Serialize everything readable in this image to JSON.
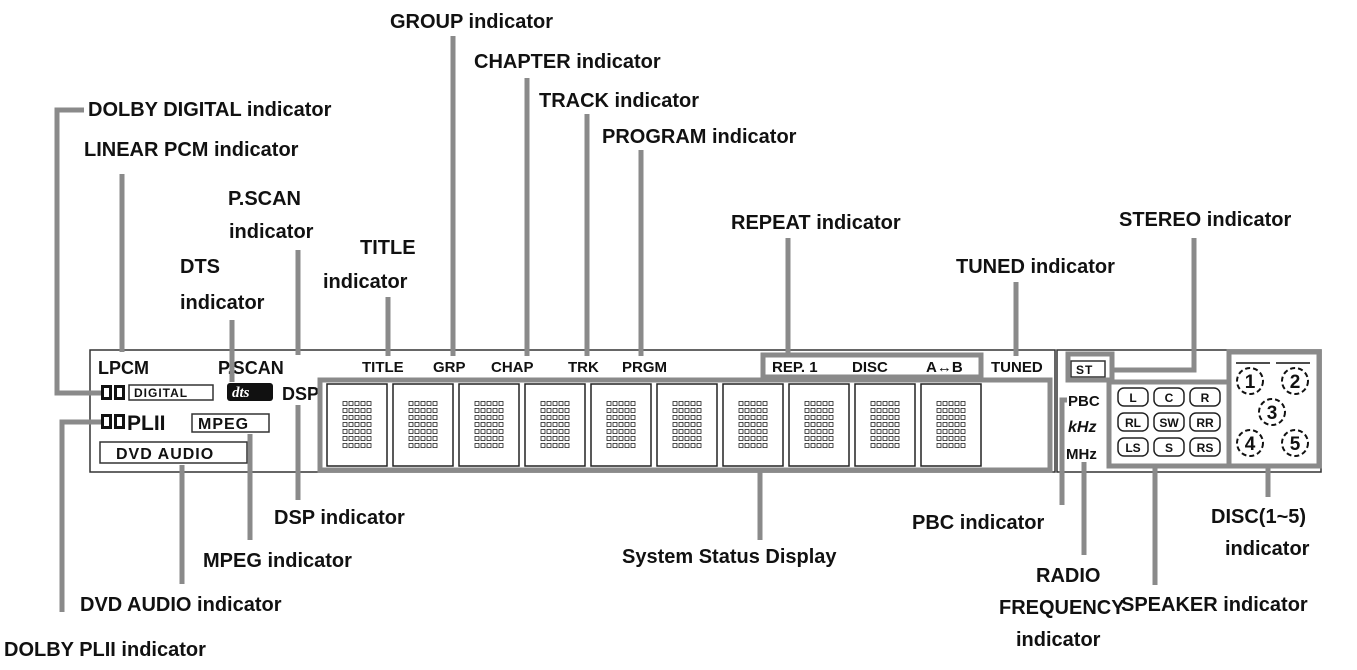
{
  "callouts": {
    "group": "GROUP indicator",
    "chapter": "CHAPTER indicator",
    "dolby_digital": "DOLBY DIGITAL indicator",
    "track": "TRACK indicator",
    "linear_pcm": "LINEAR PCM indicator",
    "program": "PROGRAM indicator",
    "pscan_1": "P.SCAN",
    "pscan_2": "indicator",
    "title_1": "TITLE",
    "title_2": "indicator",
    "dts_1": "DTS",
    "dts_2": "indicator",
    "repeat": "REPEAT indicator",
    "stereo": "STEREO indicator",
    "tuned": "TUNED indicator",
    "dsp": "DSP indicator",
    "mpeg": "MPEG indicator",
    "system_status": "System Status Display",
    "pbc": "PBC indicator",
    "disc_1": "DISC(1~5)",
    "disc_2": "indicator",
    "radio_1": "RADIO",
    "radio_2": "FREQUENCY",
    "radio_3": "indicator",
    "dvd_audio": "DVD AUDIO indicator",
    "speaker": "SPEAKER indicator",
    "dolby_pl2": "DOLBY PLII indicator"
  },
  "display": {
    "lpcm": "LPCM",
    "pscan": "P.SCAN",
    "title": "TITLE",
    "grp": "GRP",
    "chap": "CHAP",
    "trk": "TRK",
    "prgm": "PRGM",
    "rep1": "REP. 1",
    "disc": "DISC",
    "ab": "A↔B",
    "tuned": "TUNED",
    "st": "ST",
    "digital": "DIGITAL",
    "dts_logo": "dts",
    "dsp": "DSP",
    "plii": "PLII",
    "mpeg": "MPEG",
    "dvd_audio": "DVD AUDIO",
    "pbc": "PBC",
    "khz": "kHz",
    "mhz": "MHz",
    "speakers_row1": [
      "L",
      "C",
      "R"
    ],
    "speakers_row2": [
      "RL",
      "SW",
      "RR"
    ],
    "speakers_row3": [
      "LS",
      "S",
      "RS"
    ],
    "discs": [
      "1",
      "2",
      "3",
      "4",
      "5"
    ]
  },
  "colors": {
    "leader": "#8a8a8a",
    "ink": "#111111"
  }
}
